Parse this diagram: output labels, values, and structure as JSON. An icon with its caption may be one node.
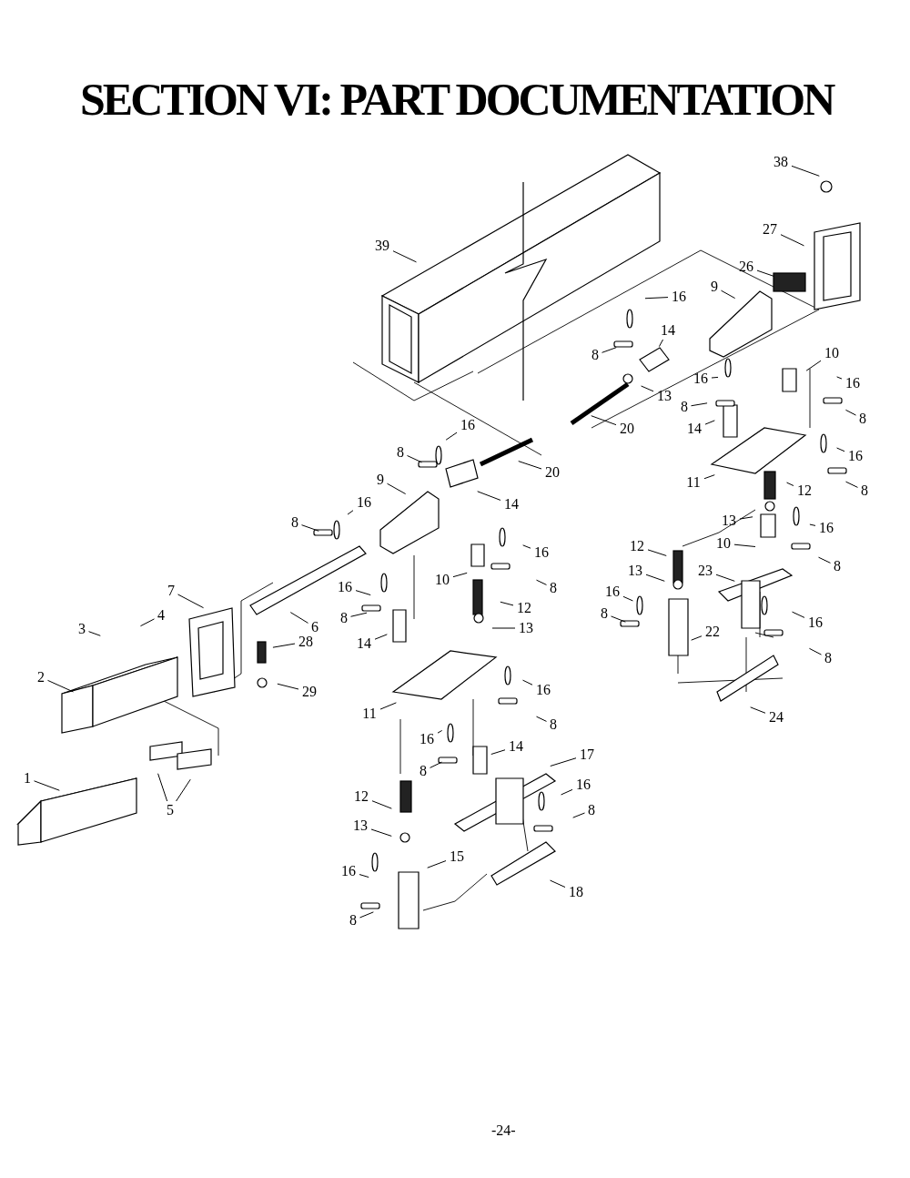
{
  "diagram": {
    "title": "SECTION VI: PART DOCUMENTATION",
    "nodes": [
      {
        "text": [
          "38"
        ]
      },
      {
        "text": [
          "27"
        ]
      },
      {
        "text": [
          "39"
        ]
      },
      {
        "text": [
          "26"
        ]
      },
      {
        "text": [
          "9"
        ]
      },
      {
        "text": [
          "16"
        ]
      },
      {
        "text": [
          "14"
        ]
      },
      {
        "text": [
          "10"
        ]
      },
      {
        "text": [
          "8"
        ]
      },
      {
        "text": [
          "16"
        ]
      },
      {
        "text": [
          "16"
        ]
      },
      {
        "text": [
          "13"
        ]
      },
      {
        "text": [
          "8"
        ]
      },
      {
        "text": [
          "8"
        ]
      },
      {
        "text": [
          "16"
        ]
      },
      {
        "text": [
          "20"
        ]
      },
      {
        "text": [
          "14"
        ]
      },
      {
        "text": [
          "8"
        ]
      },
      {
        "text": [
          "16"
        ]
      },
      {
        "text": [
          "20"
        ]
      },
      {
        "text": [
          "9"
        ]
      },
      {
        "text": [
          "11"
        ]
      },
      {
        "text": [
          "12"
        ]
      },
      {
        "text": [
          "8"
        ]
      },
      {
        "text": [
          "16"
        ]
      },
      {
        "text": [
          "14"
        ]
      },
      {
        "text": [
          "8"
        ]
      },
      {
        "text": [
          "13"
        ]
      },
      {
        "text": [
          "16"
        ]
      },
      {
        "text": [
          "10"
        ]
      },
      {
        "text": [
          "12"
        ]
      },
      {
        "text": [
          "16"
        ]
      },
      {
        "text": [
          "8"
        ]
      },
      {
        "text": [
          "13"
        ]
      },
      {
        "text": [
          "23"
        ]
      },
      {
        "text": [
          "10"
        ]
      },
      {
        "text": [
          "8"
        ]
      },
      {
        "text": [
          "7"
        ]
      },
      {
        "text": [
          "16"
        ]
      },
      {
        "text": [
          "16"
        ]
      },
      {
        "text": [
          "12"
        ]
      },
      {
        "text": [
          "8"
        ]
      },
      {
        "text": [
          "4"
        ]
      },
      {
        "text": [
          "8"
        ]
      },
      {
        "text": [
          "16"
        ]
      },
      {
        "text": [
          "6"
        ]
      },
      {
        "text": [
          "3"
        ]
      },
      {
        "text": [
          "13"
        ]
      },
      {
        "text": [
          "22"
        ]
      },
      {
        "text": [
          "28"
        ]
      },
      {
        "text": [
          "14"
        ]
      },
      {
        "text": [
          "8"
        ]
      },
      {
        "text": [
          "2"
        ]
      },
      {
        "text": [
          "16"
        ]
      },
      {
        "text": [
          "29"
        ]
      },
      {
        "text": [
          "11"
        ]
      },
      {
        "text": [
          "24"
        ]
      },
      {
        "text": [
          "8"
        ]
      },
      {
        "text": [
          "16"
        ]
      },
      {
        "text": [
          "14"
        ]
      },
      {
        "text": [
          "17"
        ]
      },
      {
        "text": [
          "8"
        ]
      },
      {
        "text": [
          "1"
        ]
      },
      {
        "text": [
          "16"
        ]
      },
      {
        "text": [
          "12"
        ]
      },
      {
        "text": [
          "5"
        ]
      },
      {
        "text": [
          "8"
        ]
      },
      {
        "text": [
          "13"
        ]
      },
      {
        "text": [
          "15"
        ]
      },
      {
        "text": [
          "16"
        ]
      },
      {
        "text": [
          "18"
        ]
      },
      {
        "text": [
          "8"
        ]
      }
    ],
    "edges": [
      {
        "from": 0,
        "to": null,
        "arrow": "none"
      },
      {
        "from": 1,
        "to": null,
        "arrow": "none"
      },
      {
        "from": 2,
        "to": null,
        "arrow": "none"
      },
      {
        "from": 3,
        "to": null,
        "arrow": "none"
      },
      {
        "from": 4,
        "to": null,
        "arrow": "none"
      },
      {
        "from": 5,
        "to": null,
        "arrow": "none"
      },
      {
        "from": 6,
        "to": null,
        "arrow": "none"
      },
      {
        "from": 7,
        "to": null,
        "arrow": "none"
      },
      {
        "from": 8,
        "to": null,
        "arrow": "none"
      },
      {
        "from": 9,
        "to": null,
        "arrow": "none"
      },
      {
        "from": 10,
        "to": null,
        "arrow": "none"
      },
      {
        "from": 11,
        "to": null,
        "arrow": "none"
      },
      {
        "from": 12,
        "to": null,
        "arrow": "none"
      },
      {
        "from": 13,
        "to": null,
        "arrow": "none"
      },
      {
        "from": 14,
        "to": null,
        "arrow": "none"
      },
      {
        "from": 15,
        "to": null,
        "arrow": "none"
      },
      {
        "from": 16,
        "to": null,
        "arrow": "none"
      },
      {
        "from": 17,
        "to": null,
        "arrow": "none"
      },
      {
        "from": 18,
        "to": null,
        "arrow": "none"
      },
      {
        "from": 19,
        "to": null,
        "arrow": "none"
      },
      {
        "from": 20,
        "to": null,
        "arrow": "none"
      },
      {
        "from": 21,
        "to": null,
        "arrow": "none"
      },
      {
        "from": 22,
        "to": null,
        "arrow": "none"
      },
      {
        "from": 23,
        "to": null,
        "arrow": "none"
      },
      {
        "from": 24,
        "to": null,
        "arrow": "none"
      },
      {
        "from": 25,
        "to": null,
        "arrow": "none"
      },
      {
        "from": 26,
        "to": null,
        "arrow": "none"
      },
      {
        "from": 27,
        "to": null,
        "arrow": "none"
      },
      {
        "from": 28,
        "to": null,
        "arrow": "none"
      },
      {
        "from": 29,
        "to": null,
        "arrow": "none"
      },
      {
        "from": 30,
        "to": null,
        "arrow": "none"
      },
      {
        "from": 31,
        "to": null,
        "arrow": "none"
      },
      {
        "from": 32,
        "to": null,
        "arrow": "none"
      },
      {
        "from": 33,
        "to": null,
        "arrow": "none"
      },
      {
        "from": 34,
        "to": null,
        "arrow": "none"
      },
      {
        "from": 35,
        "to": null,
        "arrow": "none"
      },
      {
        "from": 36,
        "to": null,
        "arrow": "none"
      },
      {
        "from": 37,
        "to": null,
        "arrow": "none"
      },
      {
        "from": 38,
        "to": null,
        "arrow": "none"
      },
      {
        "from": 39,
        "to": null,
        "arrow": "none"
      },
      {
        "from": 40,
        "to": null,
        "arrow": "none"
      },
      {
        "from": 41,
        "to": null,
        "arrow": "none"
      },
      {
        "from": 42,
        "to": null,
        "arrow": "none"
      },
      {
        "from": 43,
        "to": null,
        "arrow": "none"
      },
      {
        "from": 44,
        "to": null,
        "arrow": "none"
      },
      {
        "from": 45,
        "to": null,
        "arrow": "none"
      },
      {
        "from": 46,
        "to": null,
        "arrow": "none"
      },
      {
        "from": 47,
        "to": null,
        "arrow": "none"
      },
      {
        "from": 48,
        "to": null,
        "arrow": "none"
      },
      {
        "from": 49,
        "to": null,
        "arrow": "none"
      },
      {
        "from": 50,
        "to": null,
        "arrow": "none"
      },
      {
        "from": 51,
        "to": null,
        "arrow": "none"
      },
      {
        "from": 52,
        "to": null,
        "arrow": "none"
      },
      {
        "from": 53,
        "to": null,
        "arrow": "none"
      },
      {
        "from": 54,
        "to": null,
        "arrow": "none"
      },
      {
        "from": 55,
        "to": null,
        "arrow": "none"
      },
      {
        "from": 56,
        "to": null,
        "arrow": "none"
      },
      {
        "from": 57,
        "to": null,
        "arrow": "none"
      },
      {
        "from": 58,
        "to": null,
        "arrow": "none"
      },
      {
        "from": 59,
        "to": null,
        "arrow": "none"
      },
      {
        "from": 60,
        "to": null,
        "arrow": "none"
      },
      {
        "from": 61,
        "to": null,
        "arrow": "none"
      },
      {
        "from": 62,
        "to": null,
        "arrow": "none"
      },
      {
        "from": 63,
        "to": null,
        "arrow": "none"
      },
      {
        "from": 64,
        "to": null,
        "arrow": "none"
      },
      {
        "from": 65,
        "to": null,
        "arrow": "none"
      },
      {
        "from": 65,
        "to": null,
        "arrow": "none"
      },
      {
        "from": 66,
        "to": null,
        "arrow": "none"
      },
      {
        "from": 67,
        "to": null,
        "arrow": "none"
      },
      {
        "from": 68,
        "to": null,
        "arrow": "none"
      },
      {
        "from": 69,
        "to": null,
        "arrow": "none"
      },
      {
        "from": 70,
        "to": null,
        "arrow": "none"
      },
      {
        "from": 71,
        "to": null,
        "arrow": "none"
      }
    ],
    "labels": [
      "-24-"
    ]
  }
}
